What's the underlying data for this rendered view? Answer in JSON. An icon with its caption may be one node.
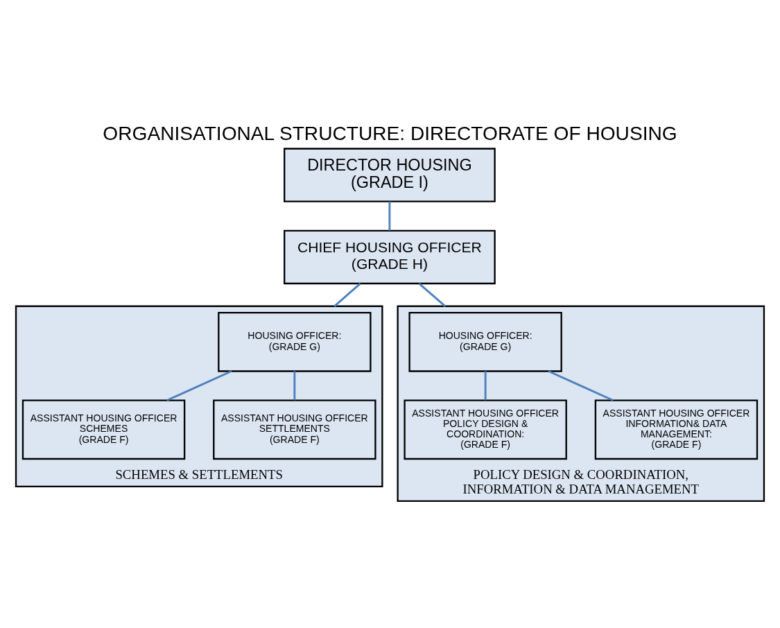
{
  "diagram": {
    "title": "ORGANISATIONAL STRUCTURE: DIRECTORATE OF HOUSING",
    "nodes": [
      {
        "text": [
          "DIRECTOR HOUSING",
          "(GRADE I)"
        ]
      },
      {
        "text": [
          "CHIEF HOUSING OFFICER",
          "(GRADE H)"
        ]
      },
      {
        "text": [
          "SCHEMES & SETTLEMENTS"
        ]
      },
      {
        "text": [
          "HOUSING OFFICER:",
          "(GRADE G)"
        ],
        "in": 2
      },
      {
        "text": [
          "ASSISTANT HOUSING OFFICER SCHEMES",
          "(GRADE F)"
        ],
        "in": 2
      },
      {
        "text": [
          "ASSISTANT HOUSING OFFICER SETTLEMENTS",
          "(GRADE F)"
        ],
        "in": 2
      },
      {
        "text": [
          "POLICY DESIGN & COORDINATION, INFORMATION & DATA MANAGEMENT"
        ]
      },
      {
        "text": [
          "HOUSING OFFICER:",
          "(GRADE G)"
        ],
        "in": 6
      },
      {
        "text": [
          "ASSISTANT HOUSING OFFICER POLICY DESIGN & COORDINATION:",
          "(GRADE F)"
        ],
        "in": 6
      },
      {
        "text": [
          "ASSISTANT HOUSING OFFICER INFORMATION& DATA MANAGEMENT:",
          "(GRADE F)"
        ],
        "in": 6
      }
    ],
    "edges": [
      {
        "from": 0,
        "to": 1,
        "arrow": "none"
      },
      {
        "from": 1,
        "to": 2,
        "arrow": "none"
      },
      {
        "from": 1,
        "to": 6,
        "arrow": "none"
      },
      {
        "from": 3,
        "to": 4,
        "arrow": "none"
      },
      {
        "from": 3,
        "to": 5,
        "arrow": "none"
      },
      {
        "from": 7,
        "to": 8,
        "arrow": "none"
      },
      {
        "from": 7,
        "to": 9,
        "arrow": "none"
      }
    ]
  }
}
